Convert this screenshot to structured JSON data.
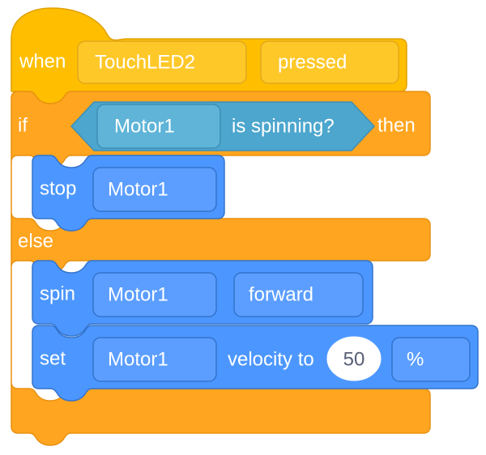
{
  "workspace": {
    "name": "vex-vr-block-workspace",
    "background_color": "#ffffff"
  },
  "palette": {
    "events_fill": "#ffbf00",
    "events_stroke": "#e0a000",
    "events_field_fill": "#ffc829",
    "events_field_stroke": "#e0a81f",
    "control_fill": "#ffa51f",
    "control_stroke": "#e89112",
    "sensing_fill": "#4ca6ce",
    "sensing_stroke": "#3e8fb5",
    "sensing_field_fill": "#5fb4d8",
    "sensing_field_stroke": "#3e8fb5",
    "motion_fill": "#4c97ff",
    "motion_stroke": "#3373cc",
    "motion_field_fill": "#5b9eff",
    "motion_field_stroke": "#3373cc",
    "number_field_fill": "#ffffff",
    "number_field_text": "#575e75",
    "text_color": "#ffffff"
  },
  "script": {
    "name": "touchled2-pressed-script",
    "hat_block": {
      "name": "when-touchled-pressed",
      "type": "event-hat",
      "prefix_label": "when",
      "device_field": {
        "name": "touchled-device-dropdown",
        "value": "TouchLED2"
      },
      "event_field": {
        "name": "touchled-event-dropdown",
        "value": "pressed"
      }
    },
    "if_else_block": {
      "name": "if-else-control-block",
      "type": "control-c-block",
      "if_label": "if",
      "then_label": "then",
      "else_label": "else",
      "condition": {
        "name": "motor-is-spinning-boolean",
        "type": "boolean-hexagon",
        "motor_field": {
          "name": "condition-motor-dropdown",
          "value": "Motor1"
        },
        "predicate_label": "is spinning?"
      },
      "if_branch": [
        {
          "name": "stop-motor-block",
          "type": "motion-stack",
          "prefix_label": "stop",
          "fields": [
            {
              "name": "stop-motor-dropdown",
              "kind": "dropdown",
              "value": "Motor1"
            }
          ],
          "suffix_label": ""
        }
      ],
      "else_branch": [
        {
          "name": "spin-motor-block",
          "type": "motion-stack",
          "prefix_label": "spin",
          "fields": [
            {
              "name": "spin-motor-dropdown",
              "kind": "dropdown",
              "value": "Motor1"
            },
            {
              "name": "spin-direction-dropdown",
              "kind": "dropdown",
              "value": "forward"
            }
          ],
          "suffix_label": ""
        },
        {
          "name": "set-motor-velocity-block",
          "type": "motion-stack",
          "prefix_label": "set",
          "fields": [
            {
              "name": "velocity-motor-dropdown",
              "kind": "dropdown",
              "value": "Motor1"
            },
            {
              "name": "velocity-middle-label",
              "kind": "label",
              "value": "velocity to"
            },
            {
              "name": "velocity-number-input",
              "kind": "number",
              "value": "50"
            },
            {
              "name": "velocity-unit-dropdown",
              "kind": "dropdown",
              "value": "%"
            }
          ],
          "suffix_label": ""
        }
      ]
    }
  }
}
